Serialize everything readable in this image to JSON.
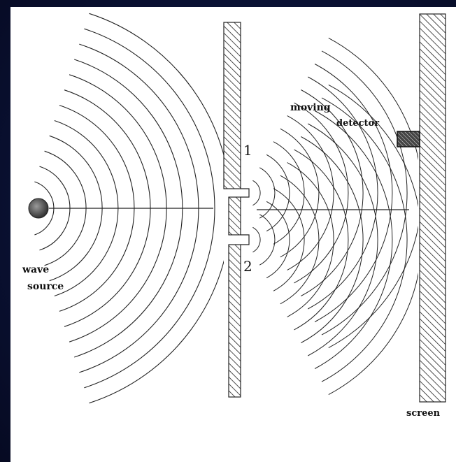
{
  "labels": {
    "source_line1": "wave",
    "source_line2": "source",
    "moving": "moving",
    "detector": "detector",
    "slit1": "1",
    "slit2": "2",
    "screen": "screen"
  },
  "colors": {
    "background": "#0a1133",
    "panel": "#ffffff",
    "ink": "#111111"
  }
}
